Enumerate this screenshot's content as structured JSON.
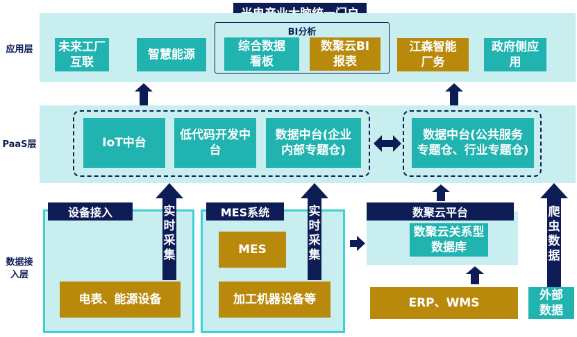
{
  "title": "光电产业大脑统一门户",
  "layers": {
    "application": "应用层",
    "paas": "PaaS层",
    "access": "数据接\n入层"
  },
  "application": {
    "items": [
      "未来工厂\n互联",
      "智慧能源",
      "江森智能\n厂务",
      "政府侧应\n用"
    ],
    "bi_group": {
      "title": "BI分析",
      "items": [
        "综合数据\n看板",
        "数聚云BI\n报表"
      ]
    }
  },
  "paas": {
    "group1": [
      "IoT中台",
      "低代码开发中\n台",
      "数据中台(企业\n内部专题仓)"
    ],
    "group2": [
      "数据中台(公共服务\n专题仓、行业专题仓)"
    ]
  },
  "access": {
    "device": {
      "title": "设备接入",
      "item": "电表、能源设备",
      "collect": "实时采集"
    },
    "mes": {
      "title": "MES系统",
      "items": [
        "MES",
        "加工机器设备等"
      ],
      "collect": "实时采集"
    },
    "platform": {
      "title": "数聚云平台",
      "item": "数聚云关系型\n数据库"
    },
    "erp": "ERP、WMS",
    "crawler": "爬虫数据",
    "external": "外部\n数据"
  },
  "colors": {
    "layer_bg": "#c8eef0",
    "teal": "#21b3b0",
    "gold": "#b8890a",
    "navy": "#0e1c55"
  }
}
